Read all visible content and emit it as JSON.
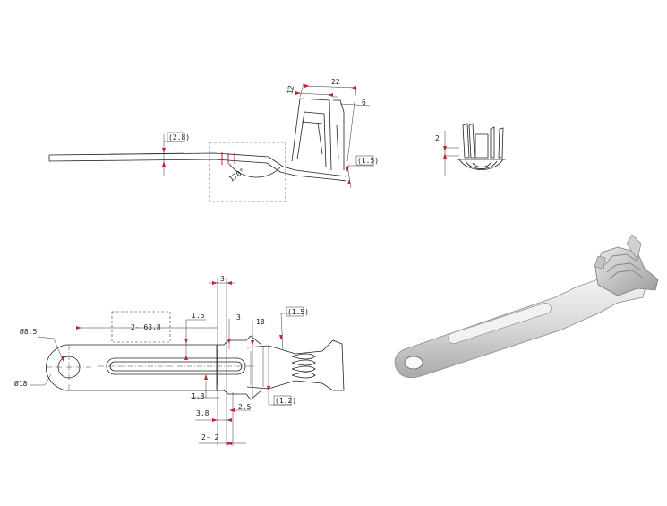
{
  "side_view": {
    "dim_thickness": "(2.8)",
    "dim_width_22": "22",
    "dim_width_12": "12",
    "dim_6": "6",
    "dim_15": "(1.5)",
    "angle": "170°"
  },
  "end_view": {
    "dim_2": "2"
  },
  "top_view": {
    "dia_85": "Ø8.5",
    "dia_18": "Ø18",
    "slot": "2- 63.8",
    "dim_15_a": "1.5",
    "dim_3_a": "3",
    "dim_3_b": "3",
    "dim_18": "18",
    "dim_15_paren": "(1.5)",
    "dim_13": "1.3",
    "dim_38": "3.8",
    "dim_25": "2.5",
    "dim_12_paren": "(1.2)",
    "dim_2_2": "2- 2"
  },
  "colors": {
    "line": "#222222",
    "marker": "#c0262b"
  }
}
